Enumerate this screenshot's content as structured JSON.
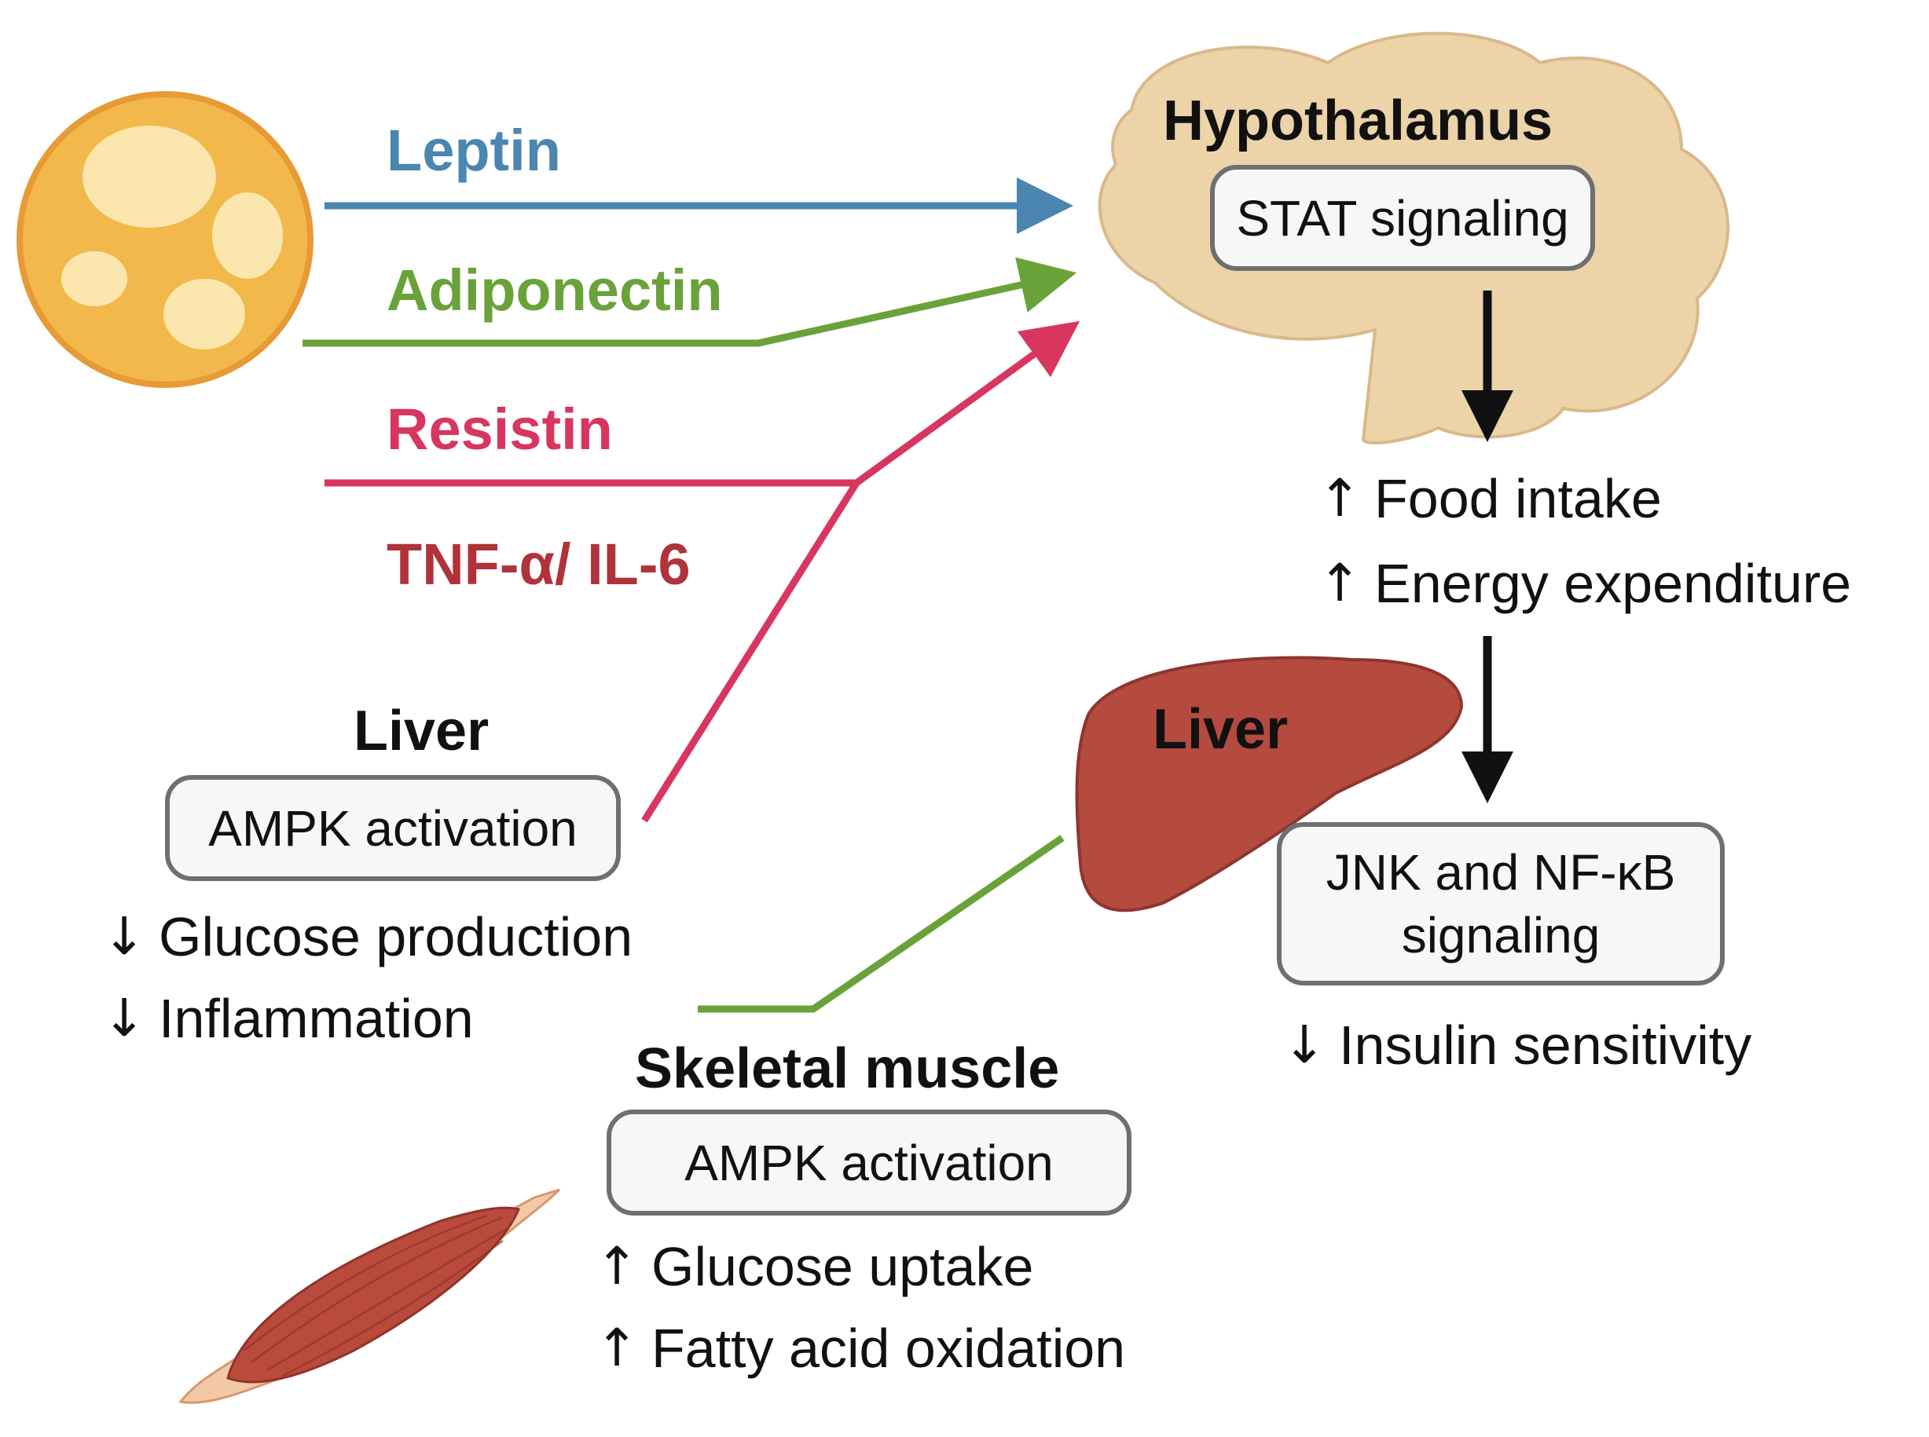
{
  "hormones": {
    "leptin": "Leptin",
    "adiponectin": "Adiponectin",
    "resistin": "Resistin",
    "tnf_il6": "TNF-α/ IL-6"
  },
  "hypothalamus": {
    "title": "Hypothalamus",
    "box": "STAT signaling",
    "effects": [
      {
        "arrow": "↑",
        "text": "Food intake"
      },
      {
        "arrow": "↑",
        "text": "Energy expenditure"
      }
    ]
  },
  "liver_left": {
    "title": "Liver",
    "box": "AMPK activation",
    "effects": [
      {
        "arrow": "↓",
        "text": "Glucose production"
      },
      {
        "arrow": "↓",
        "text": "Inflammation"
      }
    ]
  },
  "liver_right": {
    "title": "Liver",
    "box_line1": "JNK and NF-κB",
    "box_line2": "signaling",
    "effects": [
      {
        "arrow": "↓",
        "text": "Insulin sensitivity"
      }
    ]
  },
  "skeletal_muscle": {
    "title": "Skeletal muscle",
    "box": "AMPK activation",
    "effects": [
      {
        "arrow": "↑",
        "text": "Glucose uptake"
      },
      {
        "arrow": "↑",
        "text": "Fatty acid oxidation"
      }
    ]
  },
  "colors": {
    "leptin": "#4a86b0",
    "adiponectin": "#6aa23a",
    "resistin": "#d8365f",
    "tnf_il6": "#b0323a",
    "adipocyte": "#f2b84b",
    "brain": "#ecd3a8",
    "liver": "#b54a3f",
    "muscle": "#b94a3c"
  }
}
